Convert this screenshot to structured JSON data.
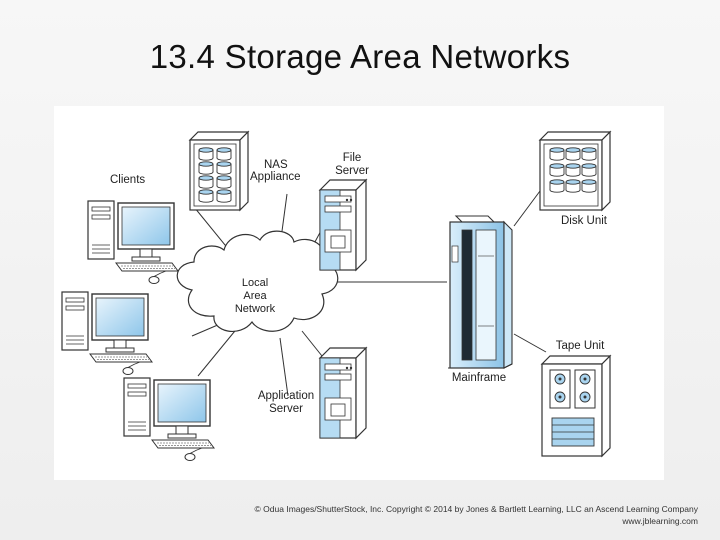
{
  "slide": {
    "title": "13.4 Storage Area Networks"
  },
  "diagram": {
    "labels": {
      "clients": "Clients",
      "nas_line1": "NAS",
      "nas_line2": "Appliance",
      "file_server_line1": "File",
      "file_server_line2": "Server",
      "lan_line1": "Local",
      "lan_line2": "Area",
      "lan_line3": "Network",
      "app_server_line1": "Application",
      "app_server_line2": "Server",
      "disk_unit": "Disk Unit",
      "tape_unit": "Tape Unit",
      "mainframe": "Mainframe"
    },
    "icons": [
      "nas-icon",
      "file-server-icon",
      "application-server-icon",
      "client-computer-icon",
      "cloud-icon",
      "mainframe-icon",
      "disk-unit-icon",
      "tape-unit-icon"
    ],
    "colors": {
      "accent_blue": "#a9d4ef",
      "line": "#333333"
    }
  },
  "footer": {
    "copyright": "© Odua Images/ShutterStock, Inc. Copyright © 2014 by Jones & Bartlett Learning, LLC an Ascend Learning Company",
    "url": "www.jblearning.com"
  }
}
